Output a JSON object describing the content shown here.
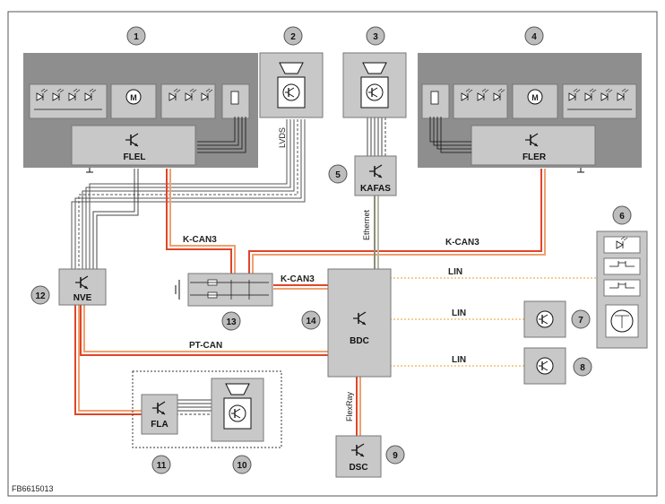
{
  "modules": {
    "flel": "FLEL",
    "fler": "FLER",
    "kafas": "KAFAS",
    "nve": "NVE",
    "bdc": "BDC",
    "fla": "FLA",
    "dsc": "DSC"
  },
  "buses": {
    "lvds": "LVDS",
    "ethernet": "Ethernet",
    "kcan3_left": "K-CAN3",
    "kcan3_right": "K-CAN3",
    "kcan3_mid": "K-CAN3",
    "ptcan": "PT-CAN",
    "lin1": "LIN",
    "lin2": "LIN",
    "lin3": "LIN",
    "flexray": "FlexRay"
  },
  "callouts": [
    "1",
    "2",
    "3",
    "4",
    "5",
    "6",
    "7",
    "8",
    "9",
    "10",
    "11",
    "12",
    "13",
    "14"
  ],
  "figure_code": "FB6615013",
  "icons": {
    "motor_symbol": "M"
  },
  "colors": {
    "bus_red": "#e0452a",
    "bus_orange": "#f0a070",
    "ethernet": "#8a8f7a",
    "lin": "#f0b050",
    "module_fill": "#c8c8c8",
    "panel_fill": "#8e8e8e"
  }
}
